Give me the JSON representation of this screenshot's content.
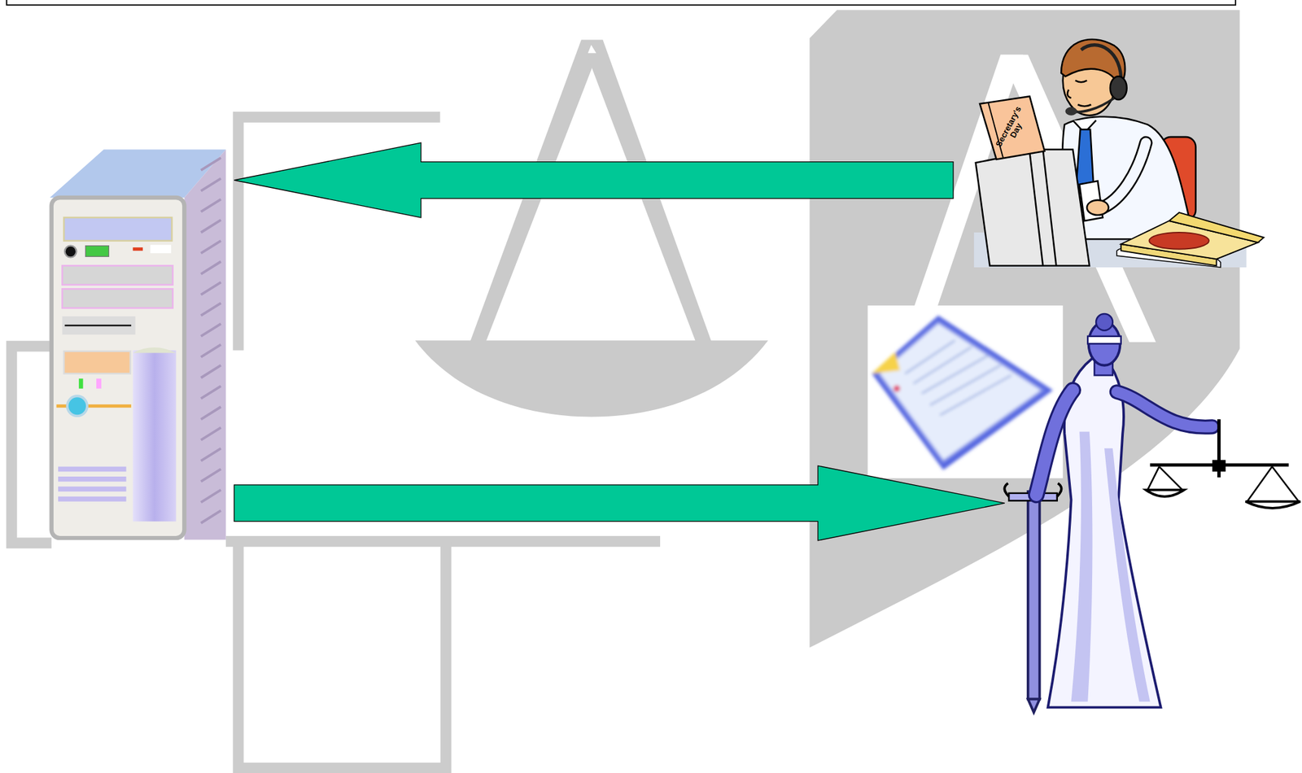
{
  "diagram": {
    "nodes": [
      {
        "text": [
          "Secretary's Day"
        ]
      },
      {
        "text": []
      },
      {
        "text": []
      }
    ],
    "edges": [
      {
        "from": 0,
        "to": 1,
        "arrow": "to"
      },
      {
        "from": 1,
        "to": 2,
        "arrow": "to"
      }
    ]
  }
}
